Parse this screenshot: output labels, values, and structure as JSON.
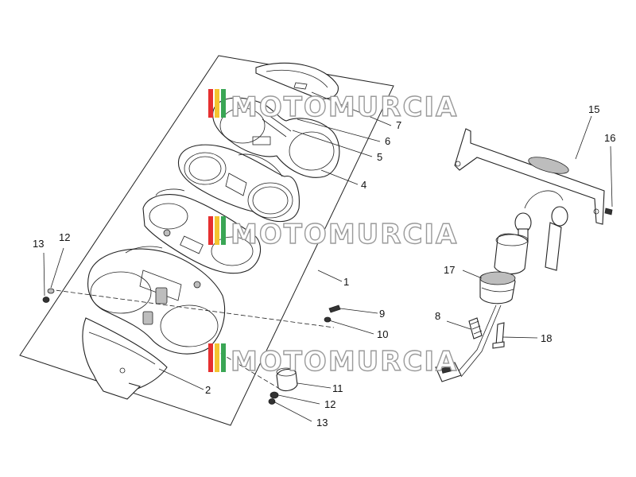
{
  "watermark": {
    "text": "MOTOMURCIA",
    "stripe_colors": [
      "#e63030",
      "#f4c430",
      "#3aa655"
    ]
  },
  "callouts": [
    "1",
    "2",
    "4",
    "5",
    "6",
    "7",
    "8",
    "9",
    "10",
    "11",
    "12",
    "13",
    "12",
    "13",
    "15",
    "16",
    "17",
    "18"
  ]
}
